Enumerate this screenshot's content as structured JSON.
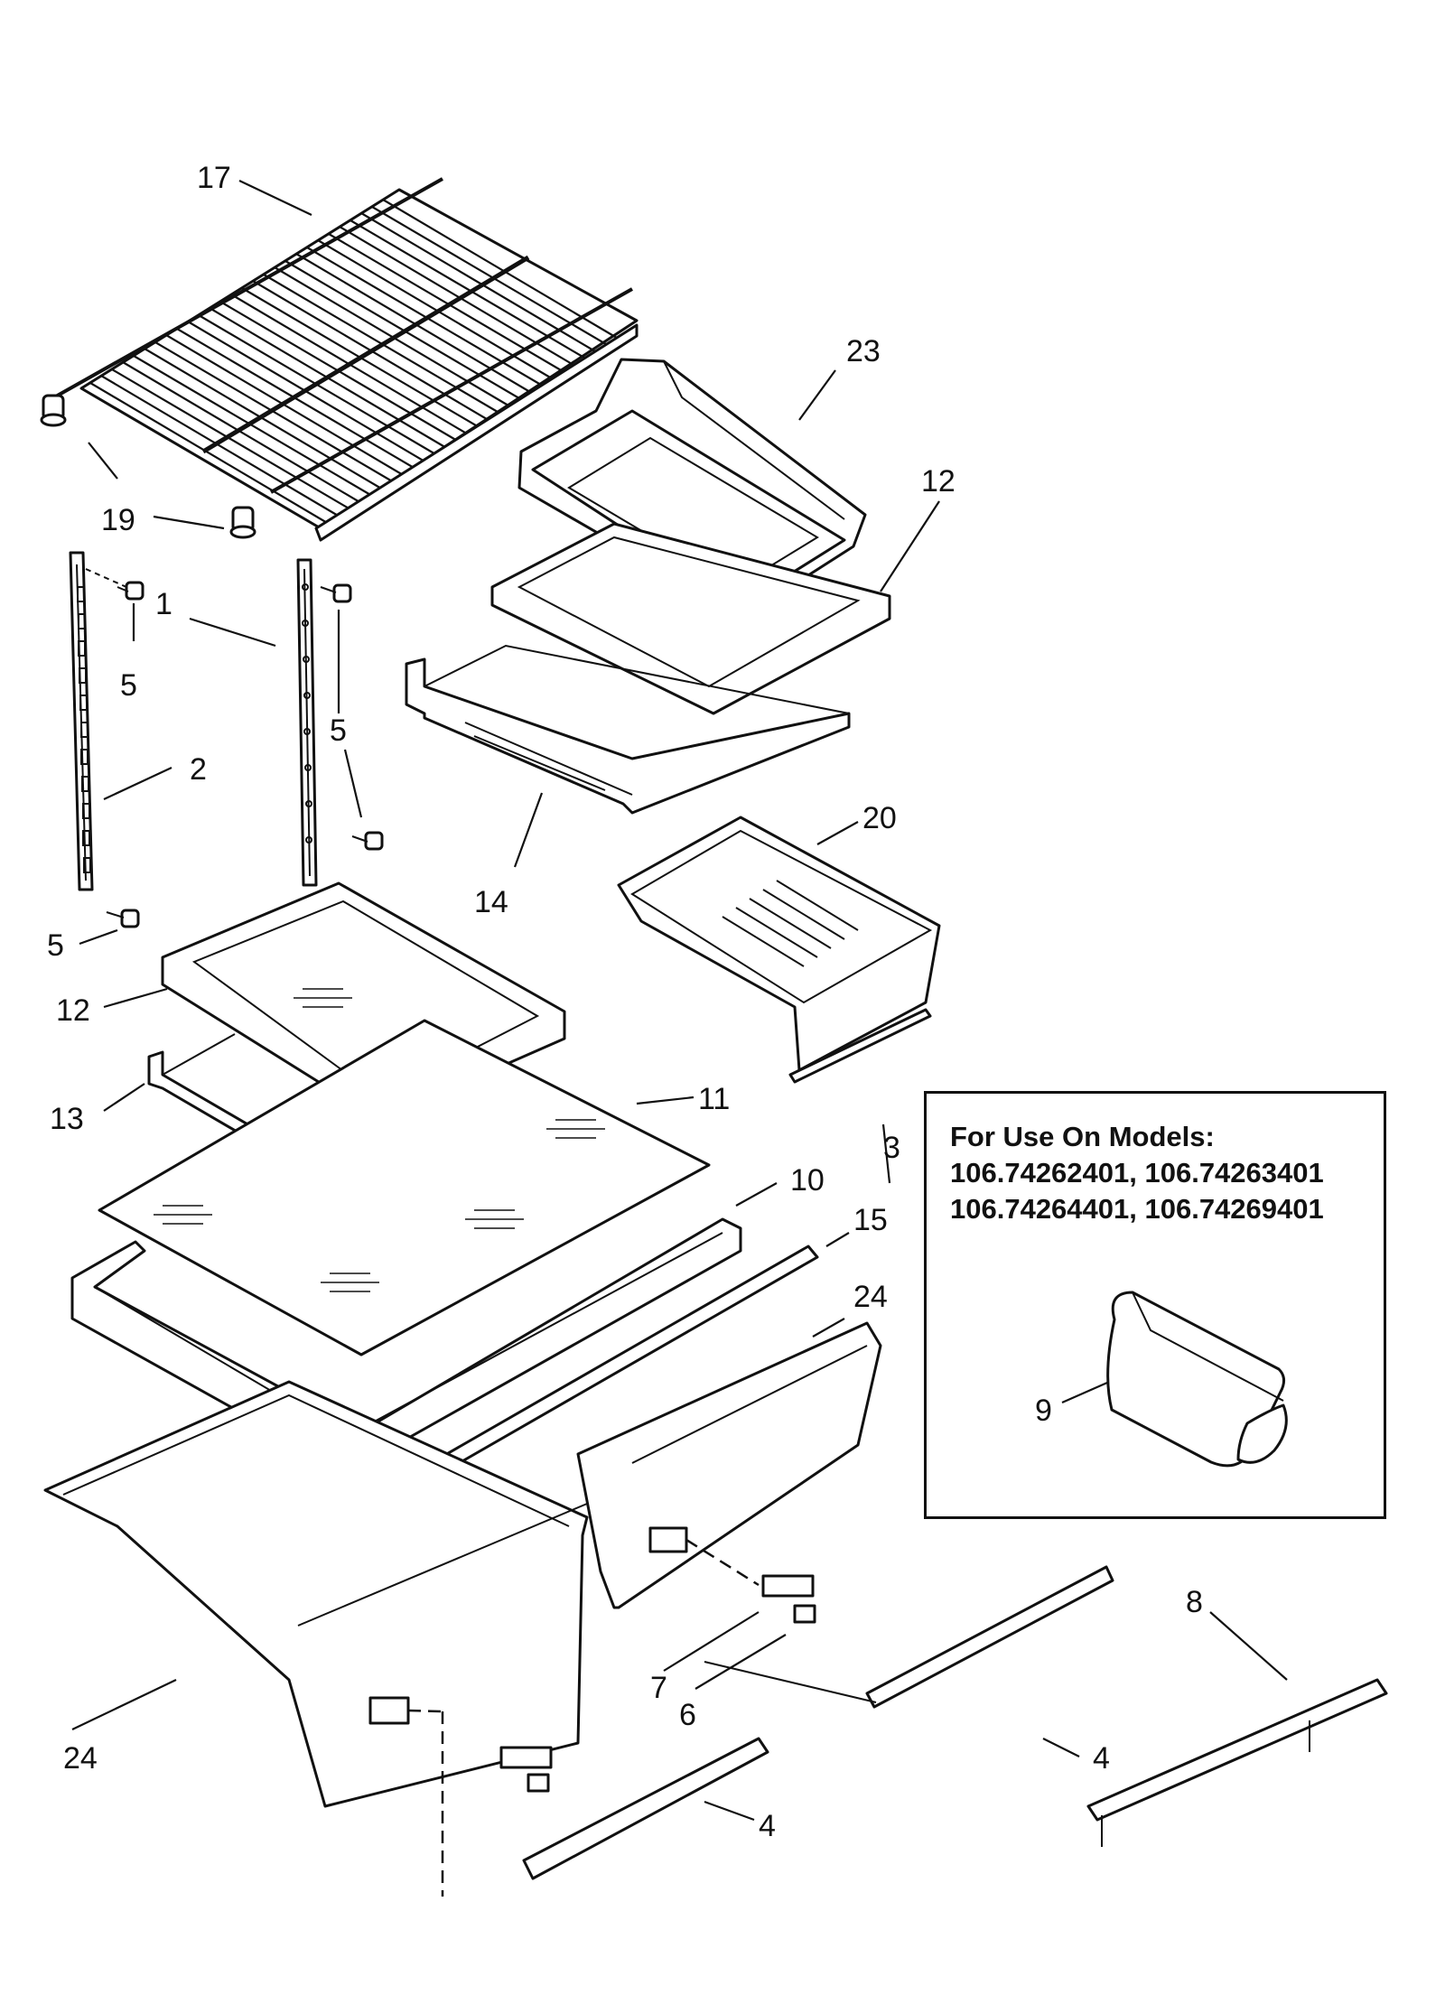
{
  "callouts": {
    "c17": "17",
    "c23": "23",
    "c19": "19",
    "c12a": "12",
    "c1": "1",
    "c5a": "5",
    "c5b": "5",
    "c2": "2",
    "c14": "14",
    "c20": "20",
    "c5c": "5",
    "c12b": "12",
    "c13": "13",
    "c11": "11",
    "c3": "3",
    "c10": "10",
    "c15": "15",
    "c24a": "24",
    "c8": "8",
    "c7": "7",
    "c6": "6",
    "c24b": "24",
    "c4a": "4",
    "c4b": "4",
    "c9": "9"
  },
  "models_box": {
    "title": "For Use On Models:",
    "line1": "106.74262401, 106.74263401",
    "line2": "106.74264401, 106.74269401"
  }
}
